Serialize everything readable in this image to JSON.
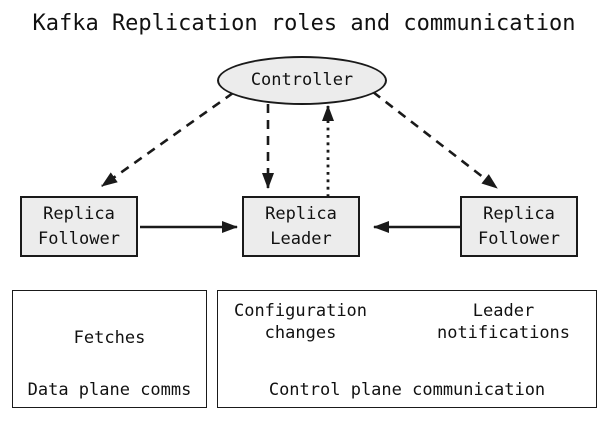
{
  "title": "Kafka Replication roles and communication",
  "diagram": {
    "controller_label": "Controller",
    "follower_left_label": "Replica\nFollower",
    "leader_label": "Replica\nLeader",
    "follower_right_label": "Replica\nFollower"
  },
  "legend": {
    "data_plane": {
      "arrow_label": "Fetches",
      "arrow_style": "solid",
      "caption": "Data plane comms"
    },
    "control_plane": {
      "config_label": "Configuration\nchanges",
      "config_arrow_style": "dashed",
      "leader_label": "Leader\nnotifications",
      "leader_arrow_style": "dotted",
      "caption": "Control plane communication"
    }
  },
  "colors": {
    "stroke": "#1a1a1a",
    "node_fill": "#ececec",
    "background": "#ffffff",
    "text": "#111111"
  }
}
